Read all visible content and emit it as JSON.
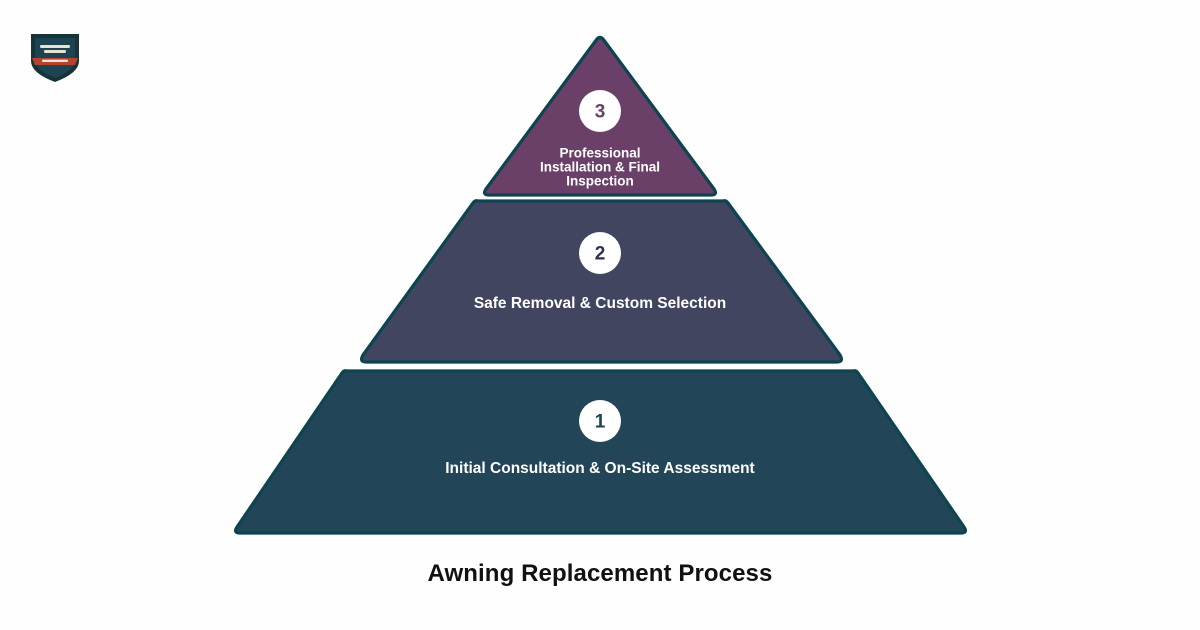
{
  "background_color": "#fefefe",
  "logo": {
    "name": "company-badge-logo",
    "shape": "shield-badge-with-banner",
    "colors": {
      "outline": "#17333a",
      "field": "#1d4450",
      "banner": "#b5442f",
      "text": "#e8e2d2"
    }
  },
  "diagram": {
    "type": "pyramid",
    "title": "Awning Replacement Process",
    "title_color": "#111111",
    "stroke_color": "#0d4450",
    "levels": [
      {
        "number": "3",
        "label_lines": [
          "Professional",
          "Installation & Final",
          "Inspection"
        ],
        "label": "Professional Installation & Final Inspection",
        "fill": "#6B4068",
        "number_color": "#6B4068",
        "position": "top"
      },
      {
        "number": "2",
        "label_lines": [
          "Safe Removal & Custom Selection"
        ],
        "label": "Safe Removal & Custom Selection",
        "fill": "#424560",
        "number_color": "#2f3352",
        "position": "middle"
      },
      {
        "number": "1",
        "label_lines": [
          "Initial Consultation & On-Site Assessment"
        ],
        "label": "Initial Consultation & On-Site Assessment",
        "fill": "#234558",
        "number_color": "#1d4155",
        "position": "bottom"
      }
    ]
  }
}
